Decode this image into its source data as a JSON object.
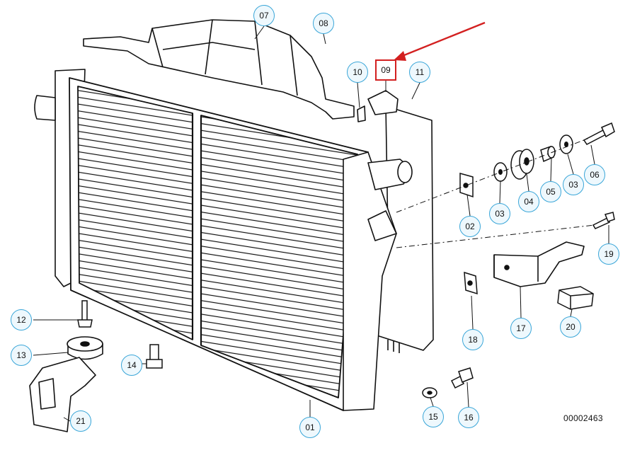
{
  "diagram": {
    "drawing_number": "00002463",
    "highlighted_part": "09",
    "callouts": [
      {
        "id": "01",
        "label": "01"
      },
      {
        "id": "02",
        "label": "02"
      },
      {
        "id": "03a",
        "label": "03"
      },
      {
        "id": "03b",
        "label": "03"
      },
      {
        "id": "04",
        "label": "04"
      },
      {
        "id": "05",
        "label": "05"
      },
      {
        "id": "06",
        "label": "06"
      },
      {
        "id": "07",
        "label": "07"
      },
      {
        "id": "08",
        "label": "08"
      },
      {
        "id": "09",
        "label": "09"
      },
      {
        "id": "10",
        "label": "10"
      },
      {
        "id": "11",
        "label": "11"
      },
      {
        "id": "12",
        "label": "12"
      },
      {
        "id": "13",
        "label": "13"
      },
      {
        "id": "14",
        "label": "14"
      },
      {
        "id": "15",
        "label": "15"
      },
      {
        "id": "16",
        "label": "16"
      },
      {
        "id": "17",
        "label": "17"
      },
      {
        "id": "18",
        "label": "18"
      },
      {
        "id": "19",
        "label": "19"
      },
      {
        "id": "20",
        "label": "20"
      },
      {
        "id": "21",
        "label": "21"
      }
    ],
    "colors": {
      "line": "#111111",
      "callout_border": "#3aa6d8",
      "callout_fill": "#eef8fd",
      "highlight": "#d32020"
    }
  }
}
